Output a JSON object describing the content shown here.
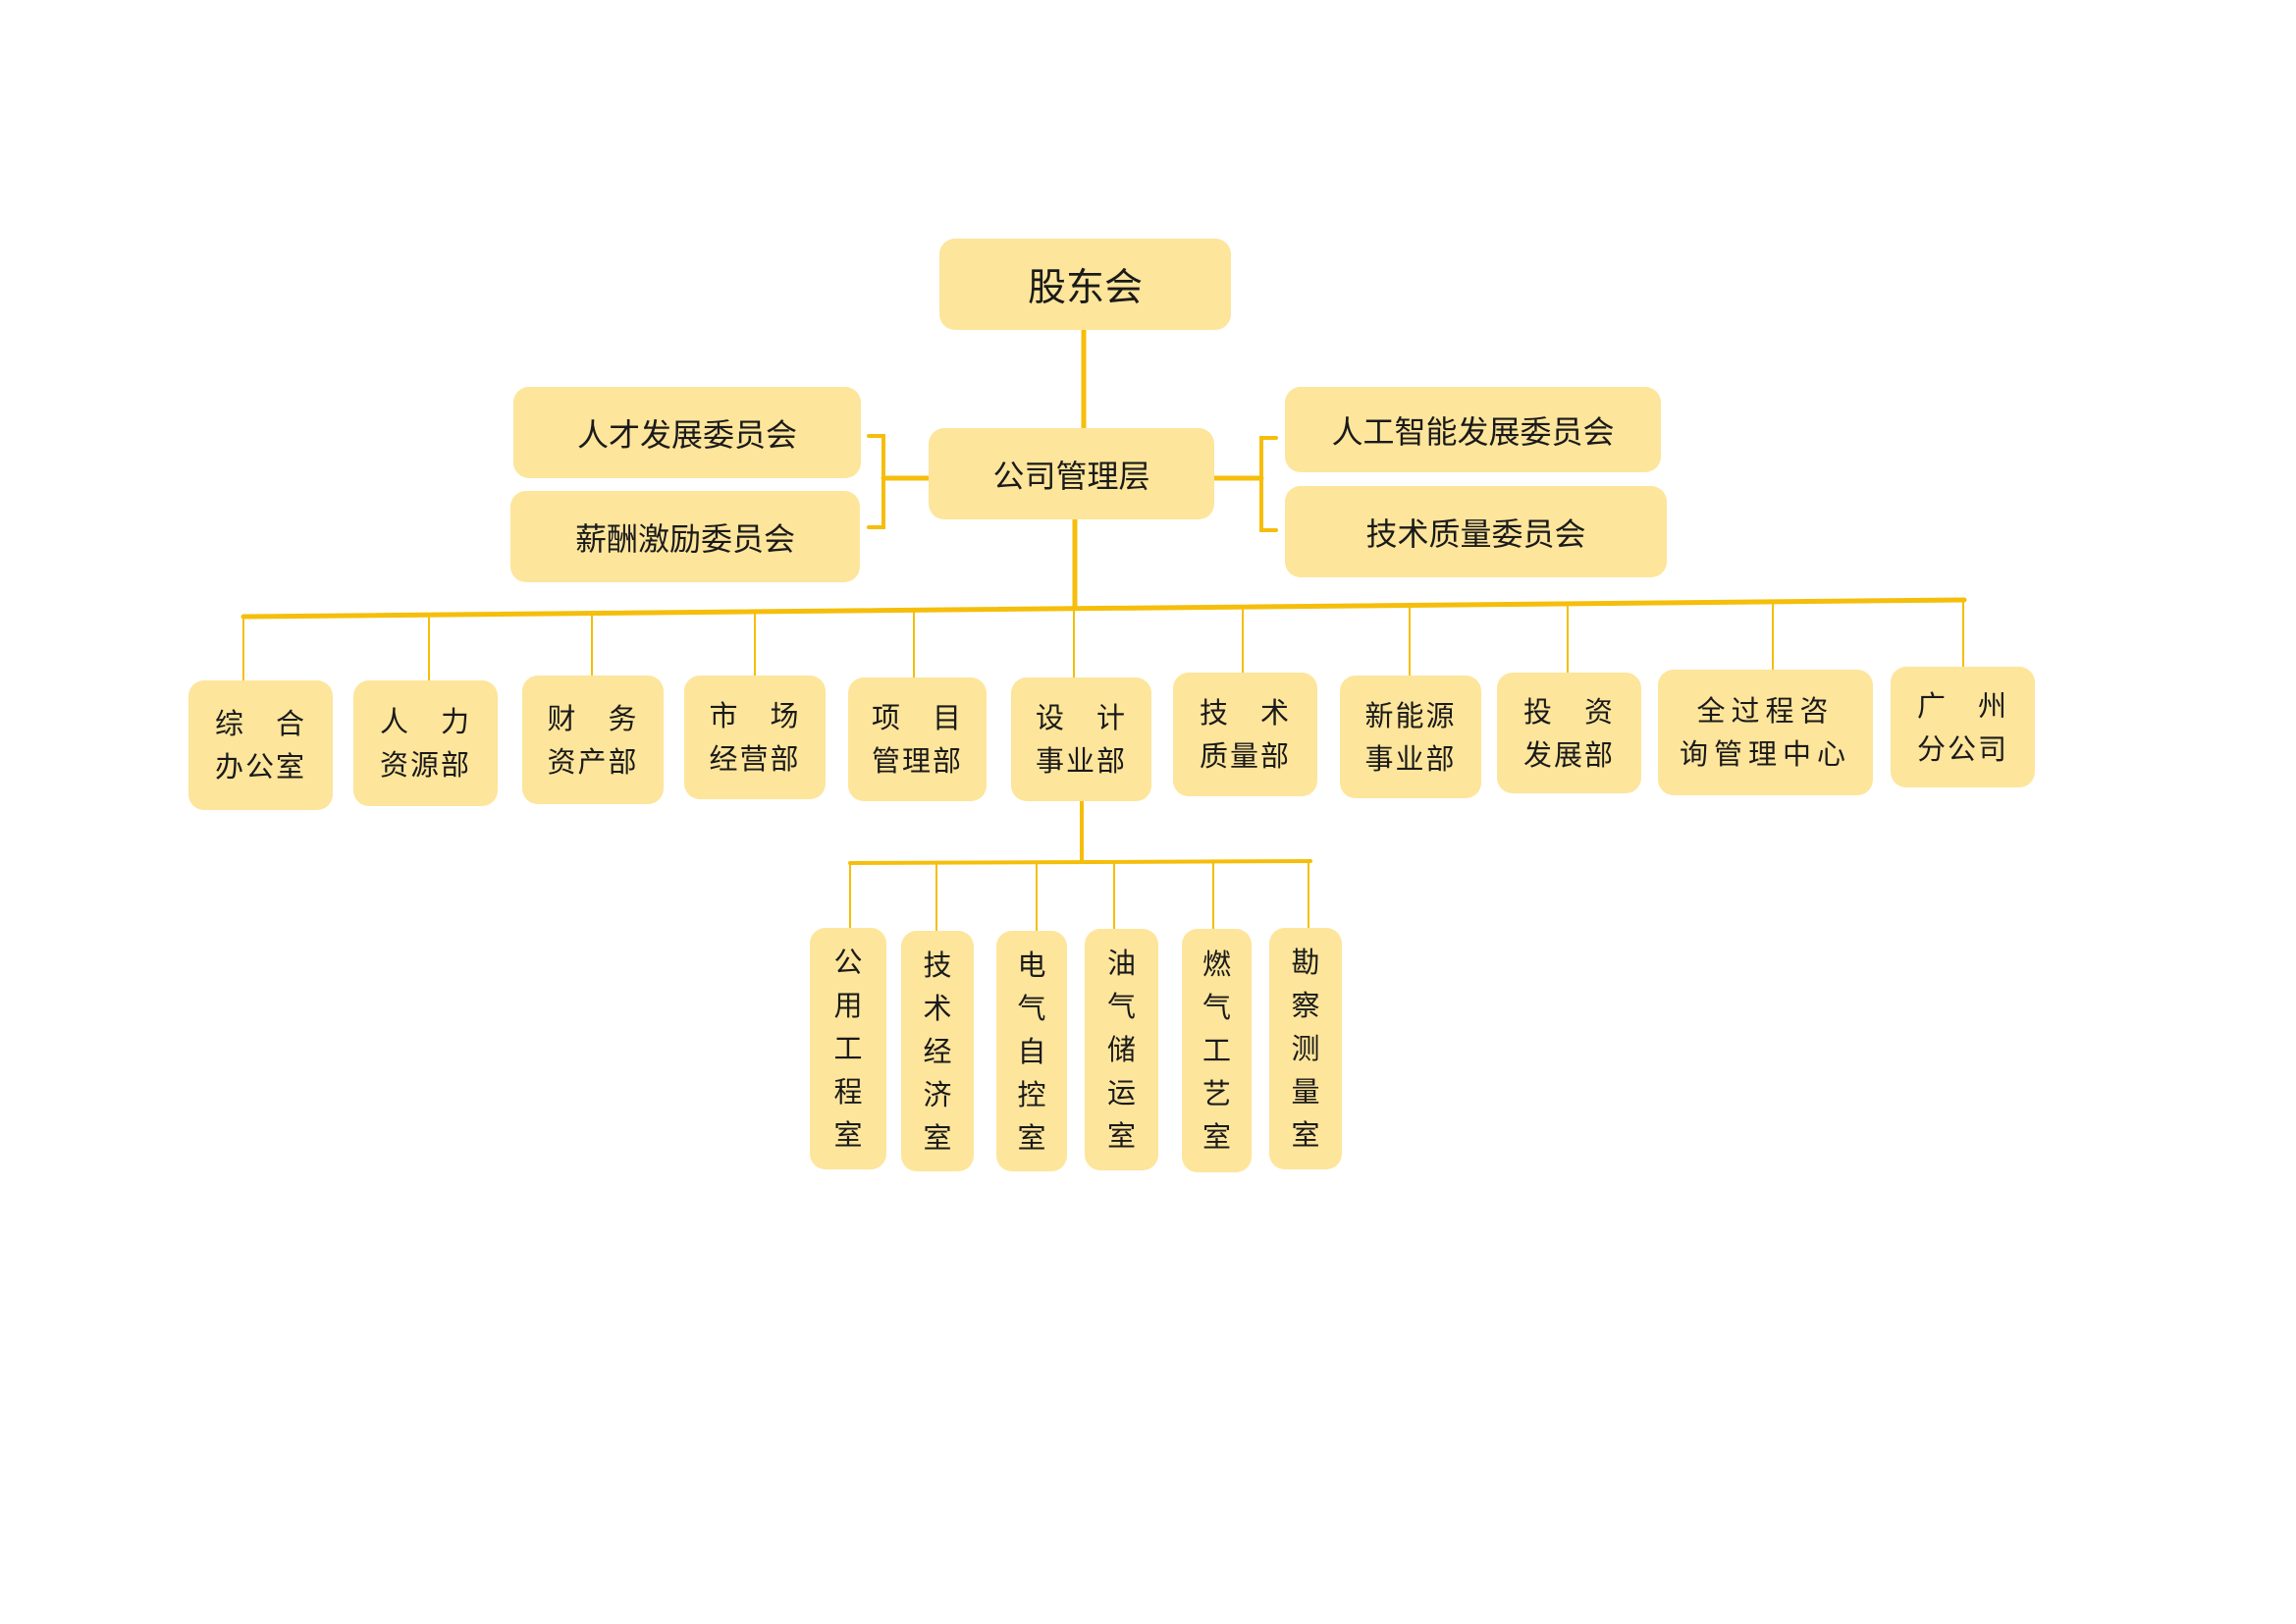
{
  "colors": {
    "box": "#fde59b",
    "line": "#f5be0b"
  },
  "top": {
    "label": "股东会"
  },
  "management": {
    "label": "公司管理层"
  },
  "left_committees": [
    "人才发展委员会",
    "薪酬激励委员会"
  ],
  "right_committees": [
    "人工智能发展委员会",
    "技术质量委员会"
  ],
  "departments": [
    "综　合\n办公室",
    "人　力\n资源部",
    "财　务\n资产部",
    "市　场\n经营部",
    "项　目\n管理部",
    "设　计\n事业部",
    "技　术\n质量部",
    "新能源\n事业部",
    "投　资\n发展部",
    "全过程咨\n询管理中心",
    "广　州\n分公司"
  ],
  "design_rooms": [
    "公用工程室",
    "技术经济室",
    "电气自控室",
    "油气储运室",
    "燃气工艺室",
    "勘察测量室"
  ]
}
